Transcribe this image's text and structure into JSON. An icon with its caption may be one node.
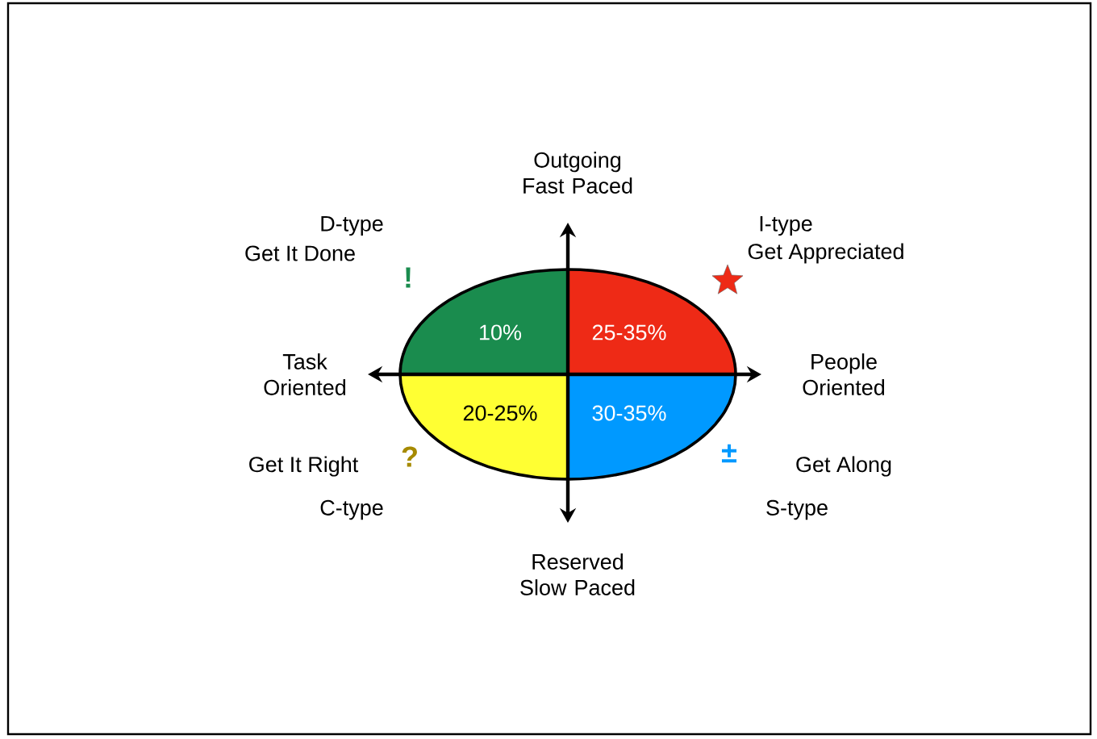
{
  "diagram": {
    "nodes": [
      {
        "text": [
          "10%"
        ]
      },
      {
        "text": [
          "25-35%"
        ]
      },
      {
        "text": [
          "20-25%"
        ]
      },
      {
        "text": [
          "30-35%"
        ]
      }
    ],
    "labels": [
      "Outgoing Fast Paced",
      "D-type",
      "Get It Done",
      "I-type",
      "Get Appreciated",
      "!",
      "Task Oriented",
      "People Oriented",
      "Get It Right",
      "?",
      "±",
      "Get Along",
      "C-type",
      "S-type",
      "Reserved Slow Paced"
    ]
  }
}
